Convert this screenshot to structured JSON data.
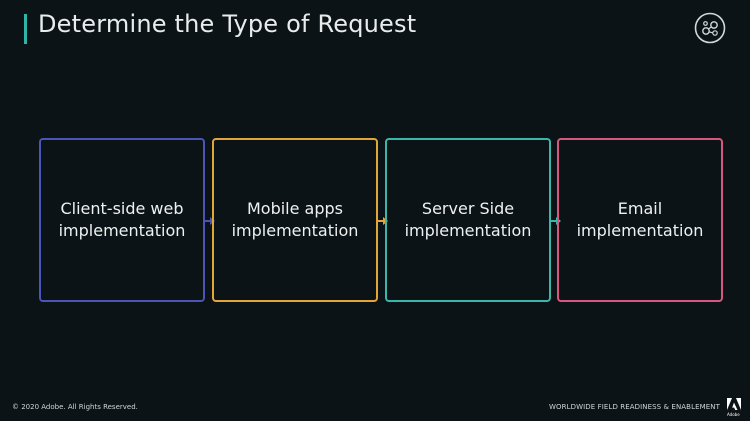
{
  "title": "Determine the Type of Request",
  "colors": {
    "accent": "#2fb5a8",
    "box1": "#4b55b6",
    "box2": "#e3a537",
    "box3": "#3ab6ab",
    "box4": "#d8577c",
    "background": "#0c1316"
  },
  "steps": [
    {
      "label": "Client-side web\nimplementation",
      "icon": "arrow-right-icon"
    },
    {
      "label": "Mobile apps\nimplementation",
      "icon": "arrow-right-icon"
    },
    {
      "label": "Server Side\nimplementation",
      "icon": "arrow-right-icon"
    },
    {
      "label": "Email\nimplementation"
    }
  ],
  "logo_icon": "network-nodes-icon",
  "footer": {
    "copyright": "© 2020 Adobe. All Rights Reserved.",
    "right_text": "WORLDWIDE FIELD READINESS & ENABLEMENT",
    "brand_icon": "adobe-logo-icon",
    "brand_text": "Adobe"
  }
}
